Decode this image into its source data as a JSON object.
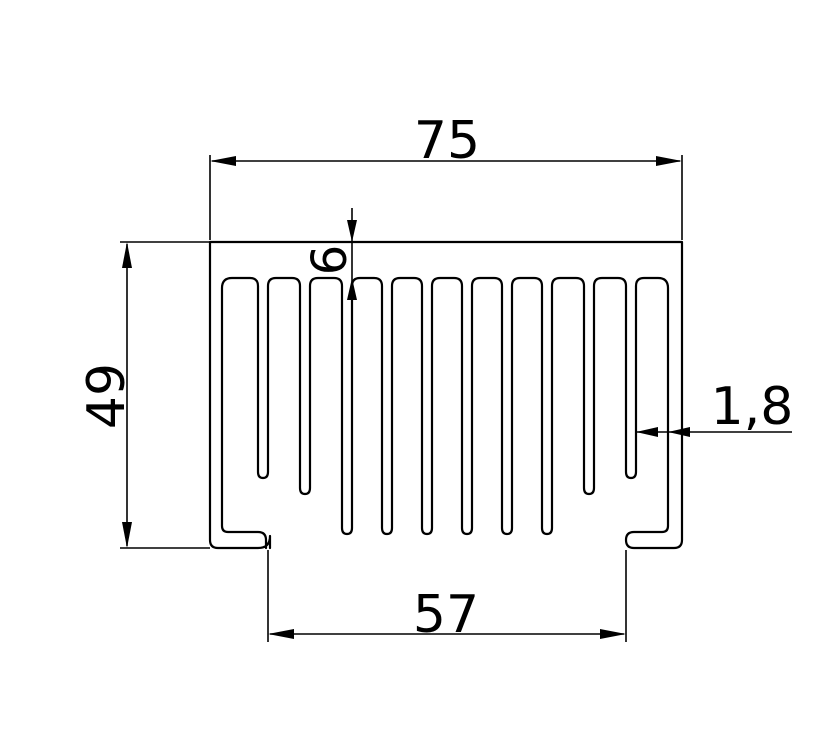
{
  "dimensions": {
    "overall_width": "75",
    "height": "49",
    "base_thickness": "6",
    "fin_thickness": "1,8",
    "bottom_width": "57"
  },
  "colors": {
    "line": "#000000",
    "background": "#ffffff"
  }
}
